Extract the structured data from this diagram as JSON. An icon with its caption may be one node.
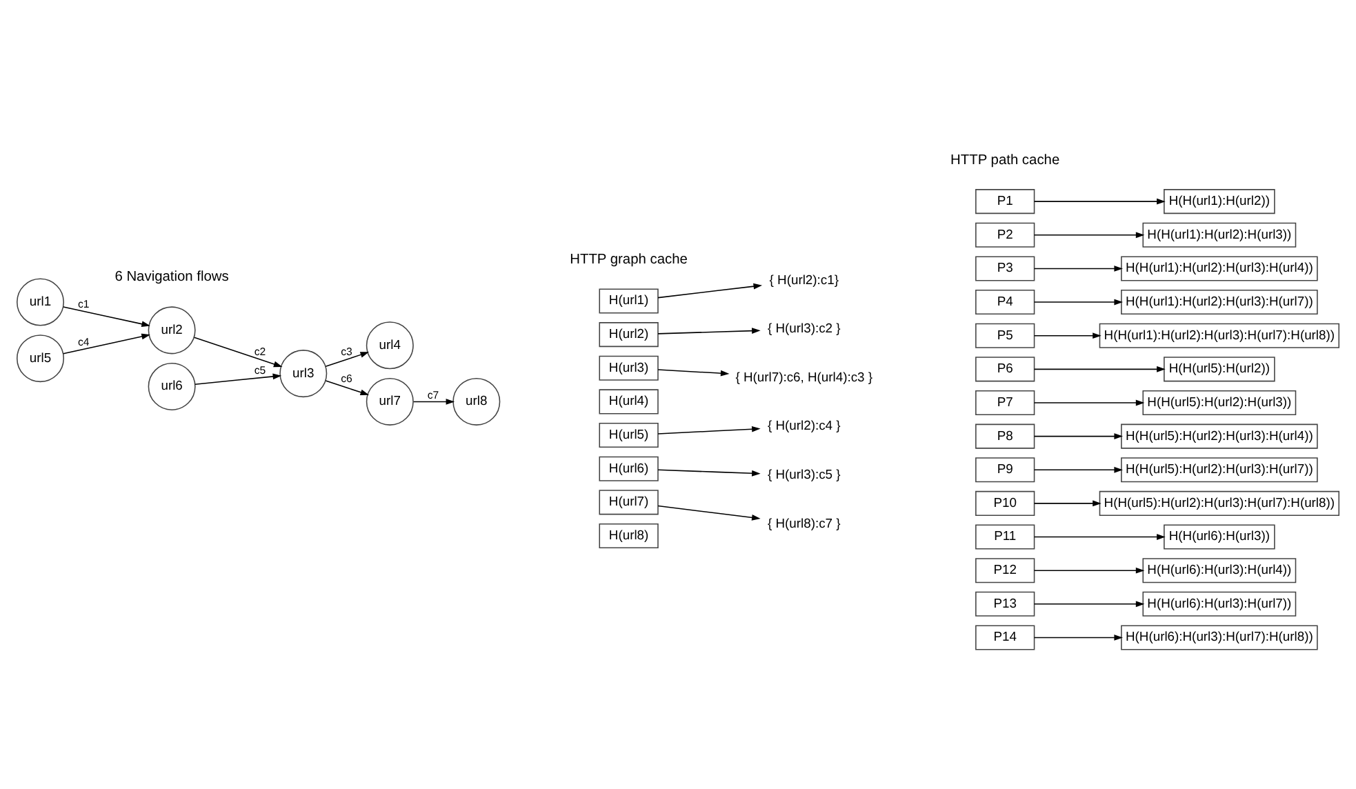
{
  "diagram": {
    "nodes": [
      {
        "text": [
          "url1"
        ]
      },
      {
        "text": [
          "url2"
        ]
      },
      {
        "text": [
          "url3"
        ]
      },
      {
        "text": [
          "url4"
        ]
      },
      {
        "text": [
          "url5"
        ]
      },
      {
        "text": [
          "url6"
        ]
      },
      {
        "text": [
          "url7"
        ]
      },
      {
        "text": [
          "url8"
        ]
      },
      {
        "text": [
          "H(url1)"
        ]
      },
      {
        "text": [
          "H(url2)"
        ]
      },
      {
        "text": [
          "H(url3)"
        ]
      },
      {
        "text": [
          "H(url4)"
        ]
      },
      {
        "text": [
          "H(url5)"
        ]
      },
      {
        "text": [
          "H(url6)"
        ]
      },
      {
        "text": [
          "H(url7)"
        ]
      },
      {
        "text": [
          "H(url8)"
        ]
      },
      {
        "text": [
          "{ H(url2):c1}"
        ]
      },
      {
        "text": [
          "{ H(url3):c2 }"
        ]
      },
      {
        "text": [
          "{ H(url7):c6, H(url4):c3 }"
        ]
      },
      {
        "text": [
          "{ H(url2):c4 }"
        ]
      },
      {
        "text": [
          "{ H(url3):c5 }"
        ]
      },
      {
        "text": [
          "{ H(url8):c7 }"
        ]
      },
      {
        "text": [
          "P1"
        ]
      },
      {
        "text": [
          "P2"
        ]
      },
      {
        "text": [
          "P3"
        ]
      },
      {
        "text": [
          "P4"
        ]
      },
      {
        "text": [
          "P5"
        ]
      },
      {
        "text": [
          "P6"
        ]
      },
      {
        "text": [
          "P7"
        ]
      },
      {
        "text": [
          "P8"
        ]
      },
      {
        "text": [
          "P9"
        ]
      },
      {
        "text": [
          "P10"
        ]
      },
      {
        "text": [
          "P11"
        ]
      },
      {
        "text": [
          "P12"
        ]
      },
      {
        "text": [
          "P13"
        ]
      },
      {
        "text": [
          "P14"
        ]
      },
      {
        "text": [
          "H(H(url1):H(url2))"
        ]
      },
      {
        "text": [
          "H(H(url1):H(url2):H(url3))"
        ]
      },
      {
        "text": [
          "H(H(url1):H(url2):H(url3):H(url4))"
        ]
      },
      {
        "text": [
          "H(H(url1):H(url2):H(url3):H(url7))"
        ]
      },
      {
        "text": [
          "H(H(url1):H(url2):H(url3):H(url7):H(url8))"
        ]
      },
      {
        "text": [
          "H(H(url5):H(url2))"
        ]
      },
      {
        "text": [
          "H(H(url5):H(url2):H(url3))"
        ]
      },
      {
        "text": [
          "H(H(url5):H(url2):H(url3):H(url4))"
        ]
      },
      {
        "text": [
          "H(H(url5):H(url2):H(url3):H(url7))"
        ]
      },
      {
        "text": [
          "H(H(url5):H(url2):H(url3):H(url7):H(url8))"
        ]
      },
      {
        "text": [
          "H(H(url6):H(url3))"
        ]
      },
      {
        "text": [
          "H(H(url6):H(url3):H(url4))"
        ]
      },
      {
        "text": [
          "H(H(url6):H(url3):H(url7))"
        ]
      },
      {
        "text": [
          "H(H(url6):H(url3):H(url7):H(url8))"
        ]
      }
    ],
    "edges": [
      {
        "from": 0,
        "to": 1,
        "arrow": "to",
        "label": "c1"
      },
      {
        "from": 1,
        "to": 2,
        "arrow": "to",
        "label": "c2"
      },
      {
        "from": 2,
        "to": 3,
        "arrow": "to",
        "label": "c3"
      },
      {
        "from": 4,
        "to": 1,
        "arrow": "to",
        "label": "c4"
      },
      {
        "from": 5,
        "to": 2,
        "arrow": "to",
        "label": "c5"
      },
      {
        "from": 2,
        "to": 6,
        "arrow": "to",
        "label": "c6"
      },
      {
        "from": 6,
        "to": 7,
        "arrow": "to",
        "label": "c7"
      },
      {
        "from": 8,
        "to": 16,
        "arrow": "to"
      },
      {
        "from": 9,
        "to": 17,
        "arrow": "to"
      },
      {
        "from": 10,
        "to": 18,
        "arrow": "to"
      },
      {
        "from": 12,
        "to": 19,
        "arrow": "to"
      },
      {
        "from": 13,
        "to": 20,
        "arrow": "to"
      },
      {
        "from": 14,
        "to": 21,
        "arrow": "to"
      },
      {
        "from": 22,
        "to": 36,
        "arrow": "to"
      },
      {
        "from": 23,
        "to": 37,
        "arrow": "to"
      },
      {
        "from": 24,
        "to": 38,
        "arrow": "to"
      },
      {
        "from": 25,
        "to": 39,
        "arrow": "to"
      },
      {
        "from": 26,
        "to": 40,
        "arrow": "to"
      },
      {
        "from": 27,
        "to": 41,
        "arrow": "to"
      },
      {
        "from": 28,
        "to": 42,
        "arrow": "to"
      },
      {
        "from": 29,
        "to": 43,
        "arrow": "to"
      },
      {
        "from": 30,
        "to": 44,
        "arrow": "to"
      },
      {
        "from": 31,
        "to": 45,
        "arrow": "to"
      },
      {
        "from": 32,
        "to": 46,
        "arrow": "to"
      },
      {
        "from": 33,
        "to": 47,
        "arrow": "to"
      },
      {
        "from": 34,
        "to": 48,
        "arrow": "to"
      },
      {
        "from": 35,
        "to": 49,
        "arrow": "to"
      }
    ],
    "labels": [
      "HTTP path cache",
      "HTTP graph cache",
      "6 Navigation flows"
    ]
  }
}
